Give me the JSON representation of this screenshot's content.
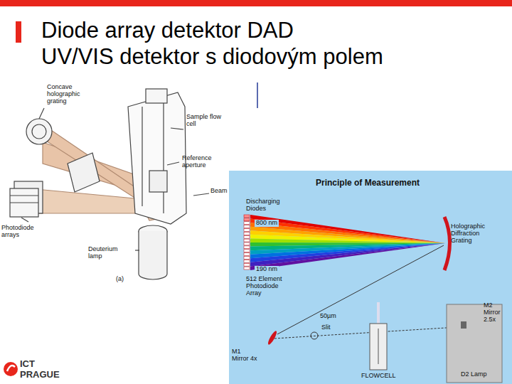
{
  "diagram": {
    "title": "Diode array detektor DAD",
    "labels": [
      "UV/VIS detektor s diodovým polem",
      "Concave holographic grating",
      "Sample flow cell",
      "Reference aperture",
      "Beam",
      "Photodiode arrays",
      "Deuterium lamp",
      "(a)",
      "Principle of Measurement",
      "Discharging Diodes",
      "800 nm",
      "190 nm",
      "512 Element Photodiode Array",
      "Holographic Diffraction Grating",
      "50µm",
      "Slit",
      "M2 Mirror 2.5x",
      "M1 Mirror 4x",
      "FLOWCELL",
      "D2 Lamp",
      "ICT",
      "PRAGUE"
    ]
  }
}
